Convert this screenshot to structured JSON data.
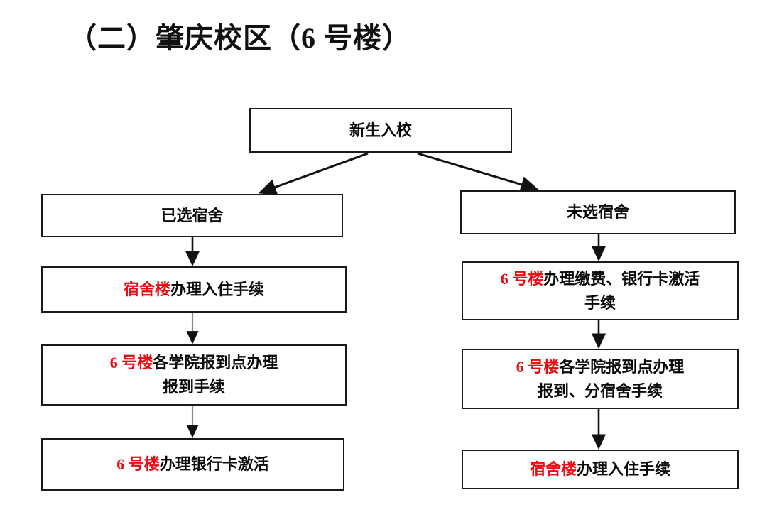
{
  "heading": {
    "text": "（二）肇庆校区（6 号楼）"
  },
  "colors": {
    "highlight": "#ea0a12",
    "text": "#0a0a0a",
    "border": "#1a1a1a",
    "connector_dark": "#111111",
    "connector_gray": "#8a8a8a",
    "background": "#ffffff"
  },
  "flowchart": {
    "type": "flowchart",
    "start_node": {
      "id": "start",
      "label": "新生入校"
    },
    "branches": [
      {
        "id": "left",
        "condition_label": "已选宿舍",
        "steps": [
          {
            "id": "l-step-1",
            "lines": [
              [
                {
                  "text": "宿舍楼",
                  "highlight": true
                },
                {
                  "text": "办理入住手续",
                  "highlight": false
                }
              ]
            ]
          },
          {
            "id": "l-step-2",
            "lines": [
              [
                {
                  "text": "6 号楼",
                  "highlight": true
                },
                {
                  "text": "各学院报到点办理",
                  "highlight": false
                }
              ],
              [
                {
                  "text": "报到手续",
                  "highlight": false
                }
              ]
            ]
          },
          {
            "id": "l-step-3",
            "lines": [
              [
                {
                  "text": "6 号楼",
                  "highlight": true
                },
                {
                  "text": "办理银行卡激活",
                  "highlight": false
                }
              ]
            ]
          }
        ]
      },
      {
        "id": "right",
        "condition_label": "未选宿舍",
        "steps": [
          {
            "id": "r-step-1",
            "lines": [
              [
                {
                  "text": "6 号楼",
                  "highlight": true
                },
                {
                  "text": "办理缴费、银行卡激活",
                  "highlight": false
                }
              ],
              [
                {
                  "text": "手续",
                  "highlight": false
                }
              ]
            ]
          },
          {
            "id": "r-step-2",
            "lines": [
              [
                {
                  "text": "6 号楼",
                  "highlight": true
                },
                {
                  "text": "各学院报到点办理",
                  "highlight": false
                }
              ],
              [
                {
                  "text": "报到、分宿舍手续",
                  "highlight": false
                }
              ]
            ]
          },
          {
            "id": "r-step-3",
            "lines": [
              [
                {
                  "text": "宿舍楼",
                  "highlight": true
                },
                {
                  "text": "办理入住手续",
                  "highlight": false
                }
              ]
            ]
          }
        ]
      }
    ],
    "edges": [
      {
        "from": "start",
        "to": "已选宿舍",
        "style": "diagonal-arrow"
      },
      {
        "from": "start",
        "to": "未选宿舍",
        "style": "diagonal-arrow"
      },
      {
        "from": "已选宿舍",
        "to": "l-step-1",
        "style": "vertical-arrow"
      },
      {
        "from": "l-step-1",
        "to": "l-step-2",
        "style": "vertical-arrow"
      },
      {
        "from": "l-step-2",
        "to": "l-step-3",
        "style": "vertical-arrow"
      },
      {
        "from": "未选宿舍",
        "to": "r-step-1",
        "style": "vertical-arrow"
      },
      {
        "from": "r-step-1",
        "to": "r-step-2",
        "style": "vertical-arrow"
      },
      {
        "from": "r-step-2",
        "to": "r-step-3",
        "style": "vertical-arrow"
      }
    ]
  }
}
